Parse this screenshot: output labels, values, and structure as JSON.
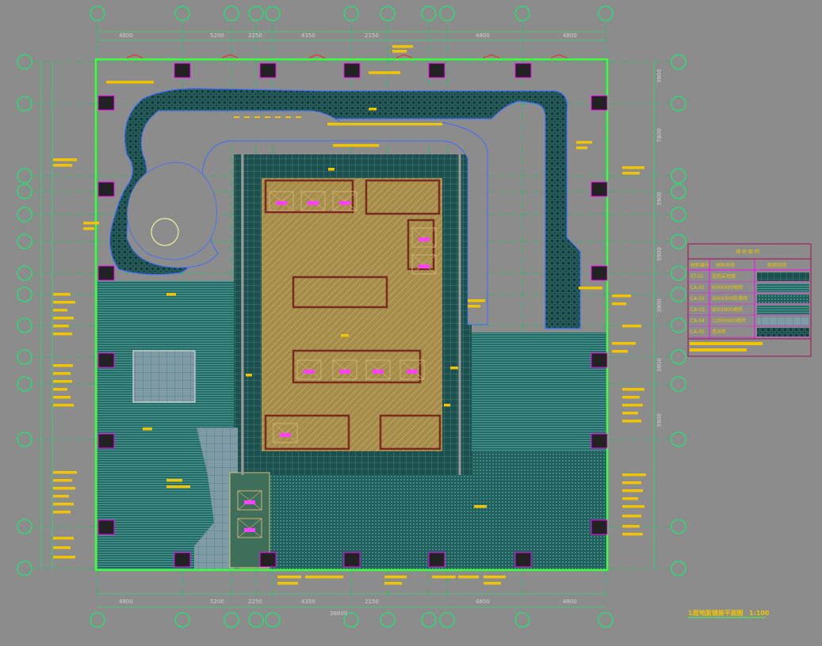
{
  "drawing": {
    "title": "1层地面铺装平面图",
    "scale": "1:100"
  },
  "dimensions": {
    "top": [
      "4800",
      "5200",
      "2250",
      "4350",
      "2150",
      "4800",
      "4800"
    ],
    "bottom": [
      "4800",
      "5200",
      "2250",
      "4350",
      "2150",
      "4800",
      "4800"
    ],
    "total": "38800",
    "right": [
      "3900",
      "7800",
      "3900",
      "3900",
      "3900",
      "3900",
      "3900"
    ]
  },
  "legend": {
    "title": "铺 地 图 例",
    "headers": [
      "材料编号",
      "材料名称",
      "图例说明"
    ],
    "rows": [
      {
        "code": "ST-01",
        "name": "花岗岩地面"
      },
      {
        "code": "CA-01",
        "name": "600X600地砖"
      },
      {
        "code": "CA-02",
        "name": "300X300防滑砖"
      },
      {
        "code": "CA-03",
        "name": "800X800地砖"
      },
      {
        "code": "CA-04",
        "name": "1200X600地砖"
      },
      {
        "code": "CA-05",
        "name": "透水砖"
      }
    ]
  },
  "colors": {
    "background": "#8c8c8c",
    "grid": "#00ff66",
    "outline": "#3cff3c",
    "floor_teal": "#236b66",
    "core_hatch": "#b89a4c",
    "text": "#f0c400",
    "magenta": "#ff00ff"
  }
}
